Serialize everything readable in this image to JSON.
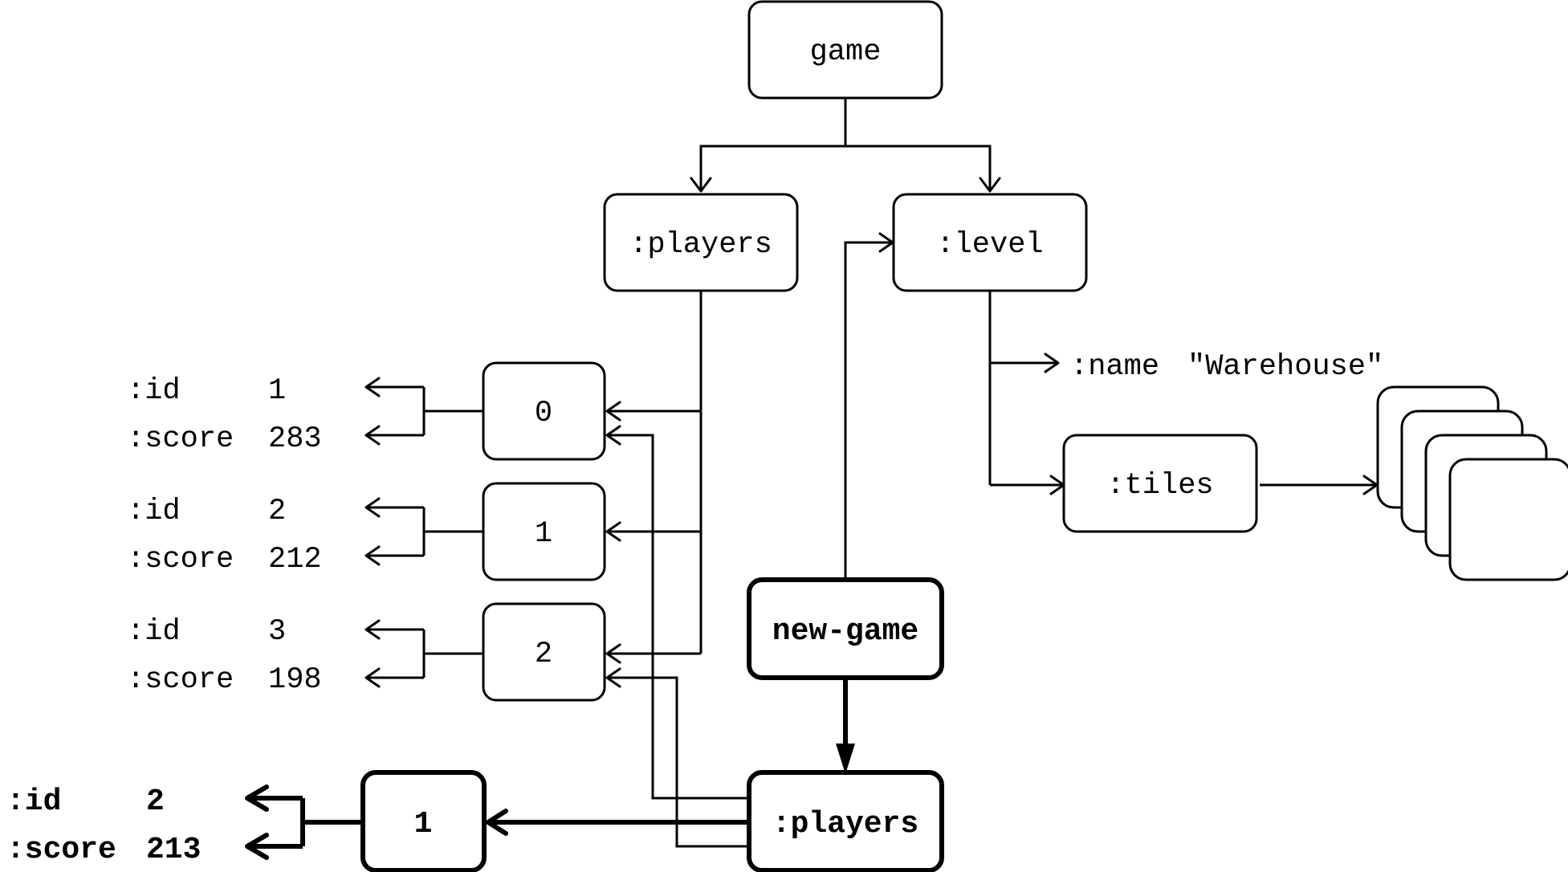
{
  "diagram": {
    "nodes": {
      "game": "game",
      "players": ":players",
      "level": ":level",
      "idx0": "0",
      "idx1": "1",
      "idx2": "2",
      "tiles": ":tiles",
      "new_game": "new-game",
      "new_players": ":players",
      "new_idx1": "1"
    },
    "level_name": {
      "key": ":name",
      "value": "\"Warehouse\""
    },
    "player_records": [
      {
        "id_key": ":id",
        "id_value": "1",
        "score_key": ":score",
        "score_value": "283"
      },
      {
        "id_key": ":id",
        "id_value": "2",
        "score_key": ":score",
        "score_value": "212"
      },
      {
        "id_key": ":id",
        "id_value": "3",
        "score_key": ":score",
        "score_value": "198"
      }
    ],
    "new_player_record": {
      "id_key": ":id",
      "id_value": "2",
      "score_key": ":score",
      "score_value": "213"
    }
  }
}
